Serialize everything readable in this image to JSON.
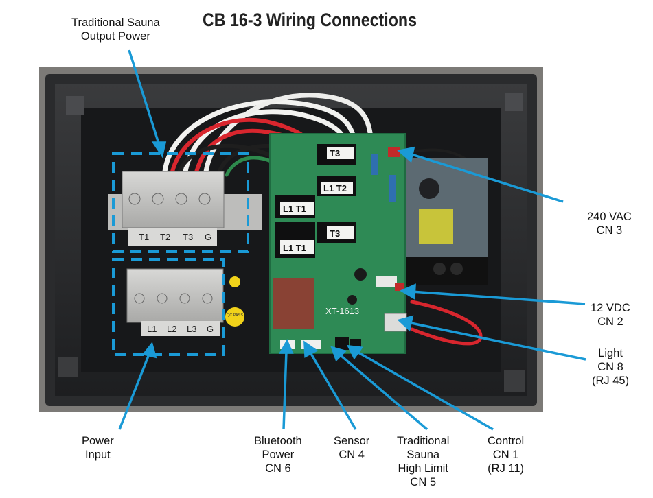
{
  "title": "CB 16-3 Wiring Connections",
  "colors": {
    "callout_line": "#1a9ad6",
    "dashed_box": "#1a9ad6",
    "board_green": "#2e8a55",
    "enclosure": "#1b1c1e"
  },
  "callouts": {
    "sauna_output": [
      "Traditional Sauna",
      "Output Power"
    ],
    "vac240": [
      "240 VAC",
      "CN 3"
    ],
    "vdc12": [
      "12 VDC",
      "CN 2"
    ],
    "light": [
      "Light",
      "CN 8",
      "(RJ 45)"
    ],
    "power_input": [
      "Power",
      "Input"
    ],
    "bluetooth": [
      "Bluetooth",
      "Power",
      "CN 6"
    ],
    "sensor": [
      "Sensor",
      "CN 4"
    ],
    "high_limit": [
      "Traditional",
      "Sauna",
      "High Limit",
      "CN 5"
    ],
    "control": [
      "Control",
      "CN 1",
      "(RJ 11)"
    ]
  },
  "terminal_output_labels": [
    "T1",
    "T2",
    "T3",
    "G"
  ],
  "terminal_input_labels": [
    "L1",
    "L2",
    "L3",
    "G"
  ],
  "relay_labels": [
    "T3",
    "L1 T2",
    "L1 T1",
    "T3",
    "L1 T1"
  ],
  "board_label": "XT-1613",
  "sticker_label": "QC PASS"
}
